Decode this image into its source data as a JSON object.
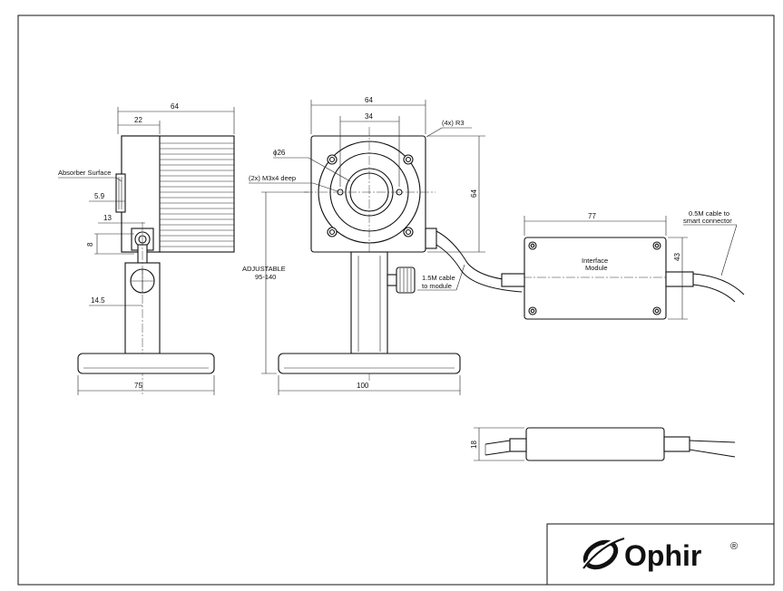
{
  "dimensions": {
    "side_width": "64",
    "side_depth": "22",
    "absorber_offset": "5.9",
    "mount_offset": "13",
    "mount_height": "8",
    "post_offset": "14.5",
    "base_side": "75",
    "front_width": "64",
    "bolt_spacing": "34",
    "aperture_dia": "ϕ26",
    "front_height": "64",
    "base_front": "100",
    "module_length": "77",
    "module_height": "43",
    "module_thickness": "18"
  },
  "labels": {
    "absorber_surface": "Absorber Surface",
    "corner_radius": "(4x) R3",
    "mount_holes": "(2x) M3x4 deep",
    "adjustable": "ADJUSTABLE",
    "adjustable_range": "95-140",
    "cable_short_1": "1.5M cable",
    "cable_short_2": "to module",
    "module_name_1": "Interface",
    "module_name_2": "Module",
    "cable_long_1": "0.5M cable to",
    "cable_long_2": "smart connector"
  },
  "logo": {
    "brand": "Ophir",
    "registered": "®",
    "icon": "ophir-swoosh-icon"
  }
}
